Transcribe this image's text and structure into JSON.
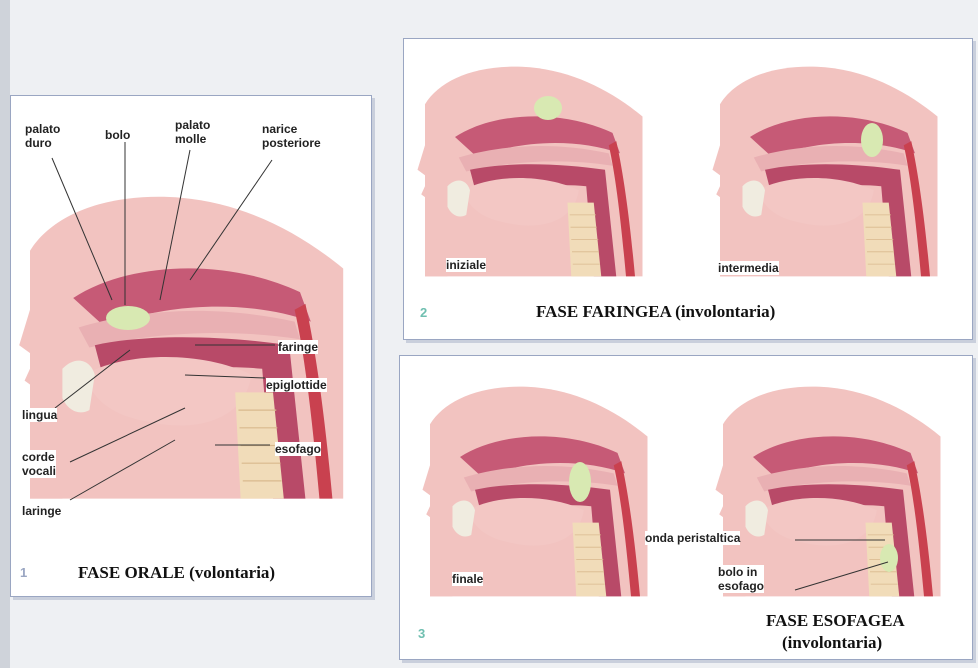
{
  "panel1": {
    "number": "1",
    "title": "FASE ORALE (volontaria)",
    "labels": {
      "palato_duro": "palato\nduro",
      "bolo": "bolo",
      "palato_molle": "palato\nmolle",
      "narice_posteriore": "narice\nposteriore",
      "faringe": "faringe",
      "epiglottide": "epiglottide",
      "lingua": "lingua",
      "esofago": "esofago",
      "corde_vocali": "corde\nvocali",
      "laringe": "laringe"
    }
  },
  "panel2": {
    "number": "2",
    "title": "FASE FARINGEA (involontaria)",
    "sub_left": "iniziale",
    "sub_right": "intermedia"
  },
  "panel3": {
    "number": "3",
    "title_line1": "FASE ESOFAGEA",
    "title_line2": "(involontaria)",
    "sub_left": "finale",
    "onda": "onda peristaltica",
    "bolo_esofago": "bolo in\nesofago"
  },
  "colors": {
    "skin": "#f2c3c0",
    "cavity": "#c65a76",
    "dark_tissue": "#a73d5d",
    "esophagus": "#c9414f",
    "bolus": "#d8e9b2",
    "cartilage": "#f1dcb9",
    "panel_border": "#9aa6c2"
  }
}
